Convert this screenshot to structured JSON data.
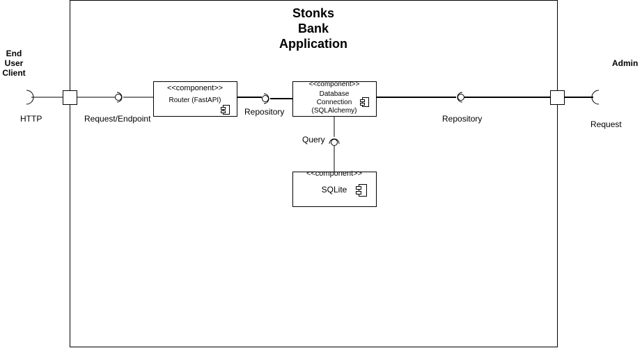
{
  "system": {
    "title_lines": [
      "Stonks",
      "Bank",
      "Application"
    ]
  },
  "actors": {
    "end_user": {
      "lines": [
        "End",
        "User",
        "Client"
      ]
    },
    "admin": {
      "label": "Admin"
    }
  },
  "components": {
    "router": {
      "stereotype": "<<component>>",
      "name": "Router (FastAPI)"
    },
    "db": {
      "stereotype": "<<component>>",
      "name_lines": [
        "Database",
        "Connection",
        "(SQLAlchemy)"
      ]
    },
    "sqlite": {
      "stereotype": "<<component>>",
      "name": "SQLite"
    }
  },
  "interfaces": {
    "http": "HTTP",
    "request_endpoint": "Request/Endpoint",
    "repository_left": "Repository",
    "query": "Query",
    "repository_right": "Repository",
    "request": "Request"
  }
}
